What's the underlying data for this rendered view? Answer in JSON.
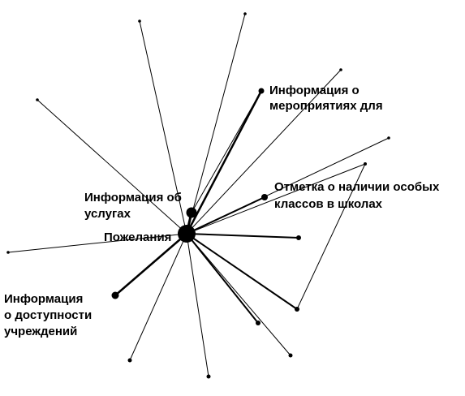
{
  "colors": {
    "line": "#000000",
    "background": "#ffffff"
  },
  "labels": {
    "center": "Пожелания",
    "services": [
      "Информация об",
      "услугах"
    ],
    "events": [
      "Информация о",
      "мероприятиях для"
    ],
    "classes": [
      "Отметка о наличии особых",
      "классов в школах"
    ],
    "accessibility": [
      "Информация",
      "о доступности",
      "учреждений"
    ]
  }
}
